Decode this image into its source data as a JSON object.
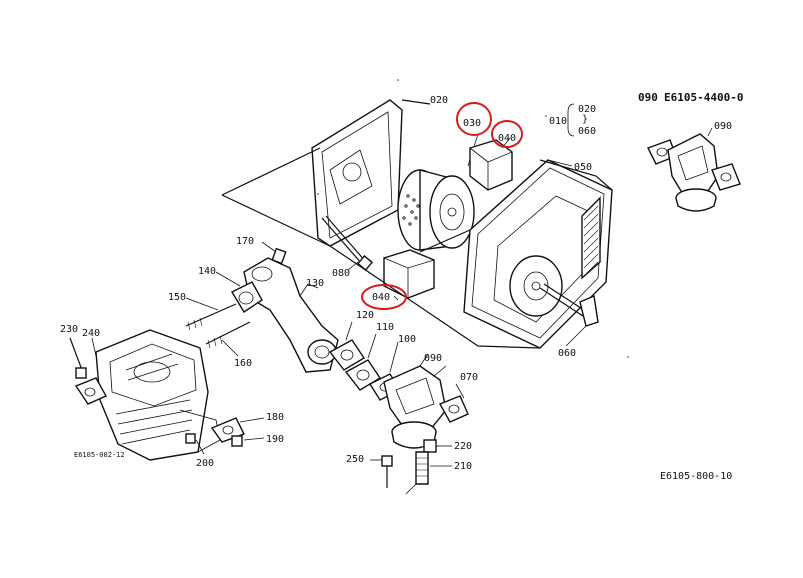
{
  "header": {
    "part_code": "090",
    "part_number": "E6105-4400-0"
  },
  "drawing_ids": {
    "left": "E6105-002-12",
    "right": "E6105-800-10"
  },
  "range_label": {
    "lead": "010",
    "top": "020",
    "mid": "}",
    "bottom": "060"
  },
  "callouts": {
    "c020": "020",
    "c030": "030",
    "c040a": "040",
    "c040b": "040",
    "c050": "050",
    "c060": "060",
    "c070": "070",
    "c080": "080",
    "c090a": "090",
    "c090b": "090",
    "c100": "100",
    "c110": "110",
    "c120": "120",
    "c130": "130",
    "c140": "140",
    "c150": "150",
    "c160": "160",
    "c170": "170",
    "c180": "180",
    "c190": "190",
    "c200": "200",
    "c210": "210",
    "c220": "220",
    "c230": "230",
    "c240": "240",
    "c250": "250"
  },
  "highlights": {
    "color": "#d81b1b",
    "circled_callouts": [
      "030",
      "040",
      "040"
    ]
  }
}
